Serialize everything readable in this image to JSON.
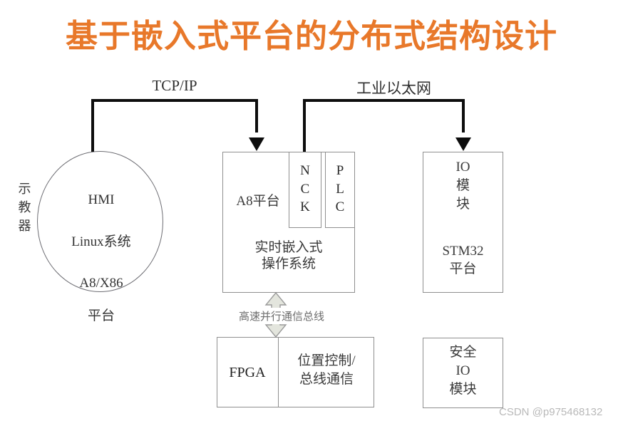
{
  "title": "基于嵌入式平台的分布式结构设计",
  "title_color": "#E8782A",
  "nodes": {
    "teach_pendant_label": "示\n教\n器",
    "hmi": {
      "line1": "HMI",
      "line2": "Linux系统",
      "line3": "A8/X86",
      "line4": "平台"
    },
    "a8_platform": {
      "label": "A8平台",
      "os": "实时嵌入式\n操作系统",
      "nck": "NCK",
      "plc": "PLC"
    },
    "io_module": {
      "top": "IO\n模\n块",
      "bottom": "STM32\n平台"
    },
    "fpga": {
      "label": "FPGA",
      "function": "位置控制/\n总线通信"
    },
    "safety_io": {
      "text": "安全\nIO\n模块"
    }
  },
  "connections": {
    "tcp_ip": "TCP/IP",
    "industrial_ethernet": "工业以太网",
    "parallel_bus": "高速并行通信总线"
  },
  "watermark": "CSDN @p975468132"
}
